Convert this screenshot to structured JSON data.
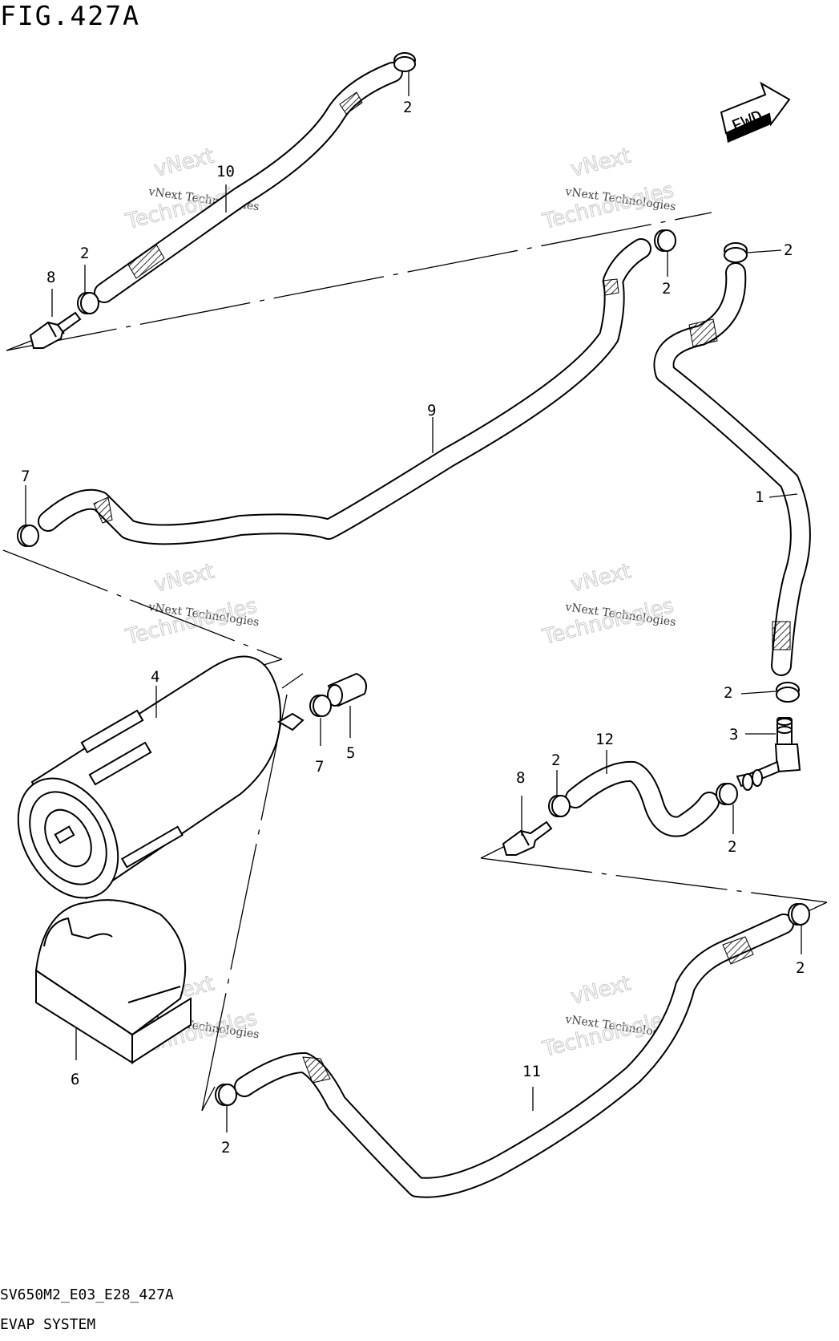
{
  "figure_title": "FIG.427A",
  "footer_code": "SV650M2_E03_E28_427A",
  "footer_name": "EVAP SYSTEM",
  "fwd_label": "FWD",
  "watermark": {
    "line1": "vNext",
    "line2": "vNext Technologies",
    "line3": "Technologies"
  },
  "callouts": {
    "c1": "1",
    "c2a": "2",
    "c2b": "2",
    "c2c": "2",
    "c2d": "2",
    "c2e": "2",
    "c2f": "2",
    "c2g": "2",
    "c2h": "2",
    "c3": "3",
    "c4": "4",
    "c5": "5",
    "c6": "6",
    "c7a": "7",
    "c7b": "7",
    "c8a": "8",
    "c8b": "8",
    "c9": "9",
    "c10": "10",
    "c11": "11",
    "c12": "12"
  }
}
